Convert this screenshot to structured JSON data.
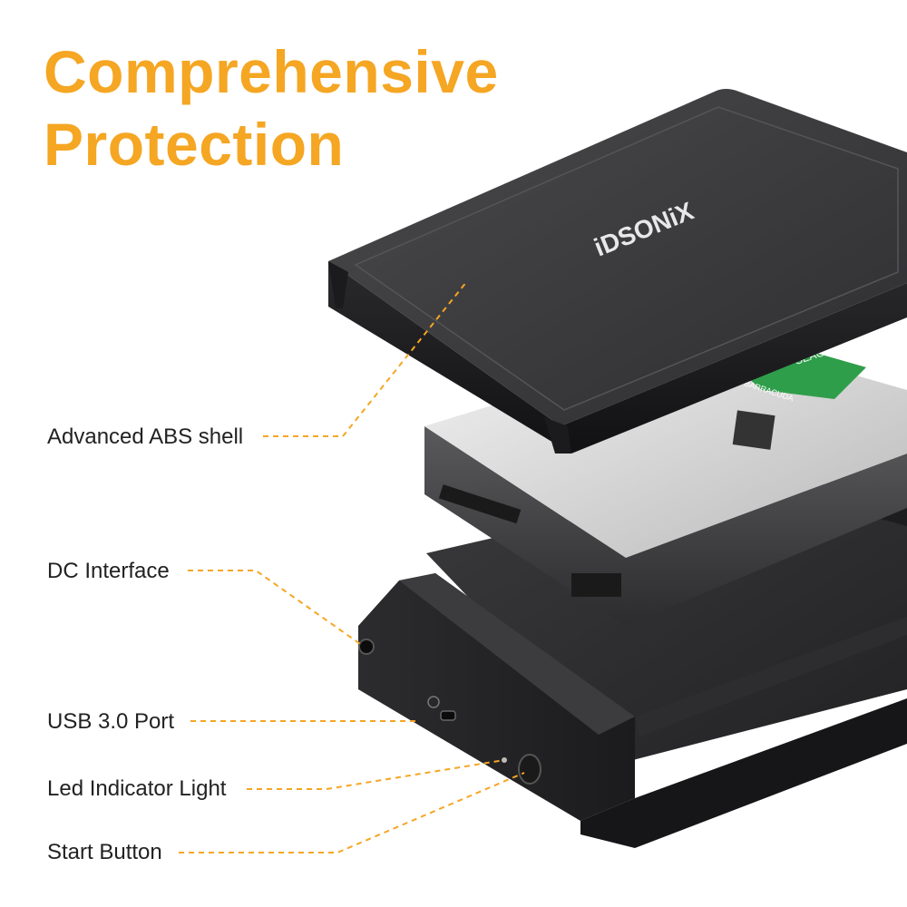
{
  "headline": {
    "line1": "Comprehensive",
    "line2": "Protection",
    "color": "#F5A623"
  },
  "product": {
    "brand": "iDSONiX",
    "drive_label": "SEAGATE",
    "drive_model": "BARRACUDA"
  },
  "callouts": {
    "shell": "Advanced ABS shell",
    "dc": "DC Interface",
    "usb": "USB 3.0 Port",
    "led": "Led Indicator Light",
    "start": "Start Button"
  },
  "colors": {
    "accent": "#F5A623",
    "shell": "#3a3a3c",
    "label_green": "#2f9e4a"
  }
}
